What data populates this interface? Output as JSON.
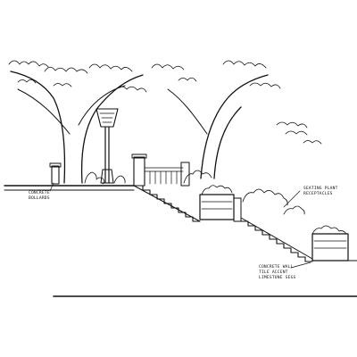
{
  "annotations": {
    "left_bollard": [
      "CONCRETE",
      "BOLLARDS"
    ],
    "right_plant": [
      "SEATING PLANT",
      "RECEPTACLES"
    ],
    "bottom_notes": [
      "CONCRETE WALL",
      "TILE ACCENT",
      "LIMESTONE SEGS"
    ]
  },
  "colors": {
    "ink": "#111111",
    "paper": "#ffffff"
  }
}
